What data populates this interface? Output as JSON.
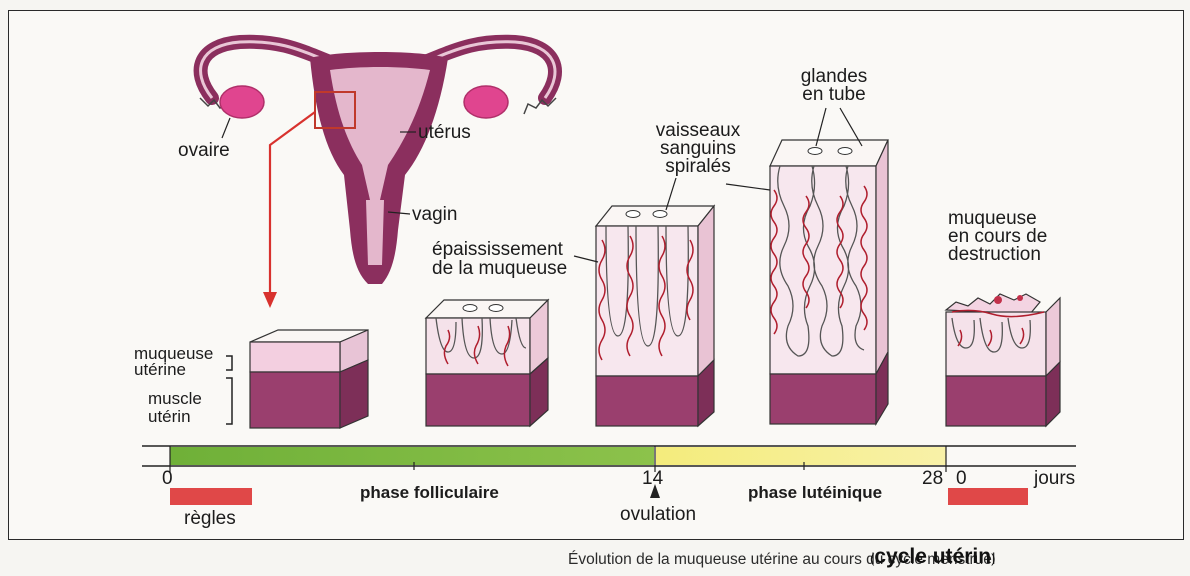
{
  "anatomy_labels": {
    "ovary": "ovaire",
    "uterus": "utérus",
    "vagina": "vagin"
  },
  "layer_labels": {
    "mucosa": "muqueuse utérine",
    "muscle": "muscle utérin"
  },
  "stage_labels": {
    "thickening": "épaississement de la muqueuse",
    "vessels": "vaisseaux sanguins spiralés",
    "glands": "glandes en tube",
    "destruction": "muqueuse en cours de destruction"
  },
  "timeline": {
    "ticks": [
      "0",
      "14",
      "28",
      "0"
    ],
    "unit": "jours",
    "phase_follicular": "phase folliculaire",
    "phase_luteal": "phase lutéinique",
    "ovulation": "ovulation",
    "menses": "règles",
    "day_max": 28
  },
  "caption": "Évolution de la muqueuse utérine au cours du cycle menstruel",
  "subtitle": "cycle utérin",
  "colors": {
    "muscle": "#9a3f6e",
    "mucosa": "#f3cfe0",
    "uterus_body": "#8b2f5e",
    "ovary": "#e0458f",
    "follicular_band": "#7cb840",
    "luteal_band": "#f5ee8a",
    "menses_bar": "#e04848",
    "vessel": "#b01e2e",
    "leader_arrow": "#d8322e"
  }
}
